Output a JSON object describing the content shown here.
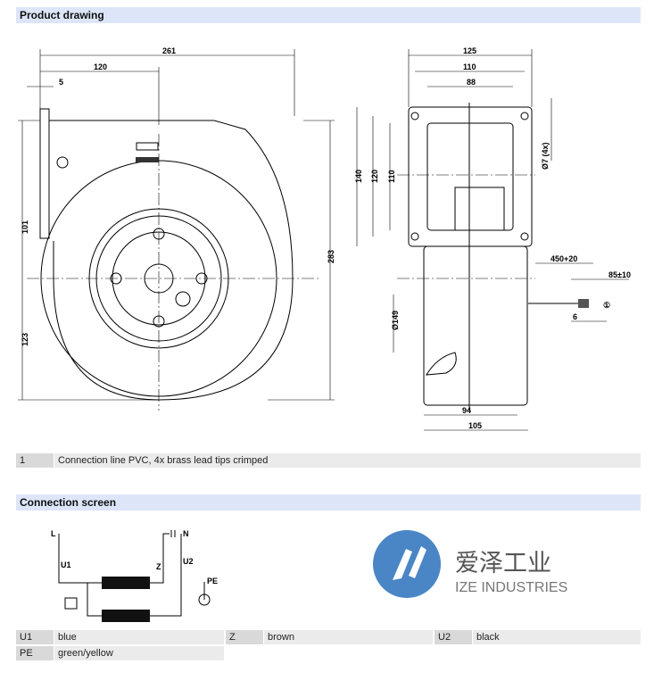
{
  "sections": {
    "drawing_title": "Product drawing",
    "connection_title": "Connection screen"
  },
  "drawing": {
    "left_view": {
      "width_total": "261",
      "width_center": "120",
      "offset": "5",
      "height_total": "283",
      "upper": "101",
      "lower": "123"
    },
    "right_view": {
      "w125": "125",
      "w110": "110",
      "w88": "88",
      "h140": "140",
      "h120": "120",
      "h110": "110",
      "hole": "Ø7 (4x)",
      "diameter": "Ø149",
      "cable": "450+20",
      "strip": "85±10",
      "tip": "6",
      "callout": "①",
      "d94": "94",
      "d105": "105"
    }
  },
  "footnotes": [
    {
      "num": "1",
      "text": "Connection line PVC, 4x brass lead tips crimped"
    }
  ],
  "schematic": {
    "L": "L",
    "N": "N",
    "U1": "U1",
    "Z": "Z",
    "U2": "U2",
    "PE": "PE"
  },
  "logo": {
    "cn": "爱泽工业",
    "en": "IZE INDUSTRIES",
    "color": "#4a86c5"
  },
  "wires": [
    {
      "code": "U1",
      "color": "blue"
    },
    {
      "code": "Z",
      "color": "brown"
    },
    {
      "code": "U2",
      "color": "black"
    },
    {
      "code": "PE",
      "color": "green/yellow"
    }
  ]
}
